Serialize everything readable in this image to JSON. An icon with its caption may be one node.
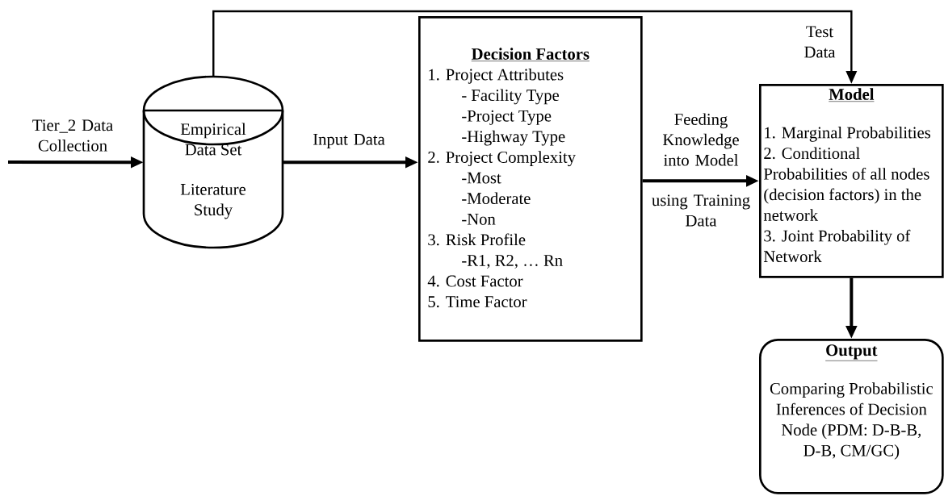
{
  "diagram": {
    "nodes": [
      {
        "text": [
          "Empirical Data Set",
          "Literature Study"
        ]
      },
      {
        "text": [
          "Decision Factors",
          "1. Project Attributes",
          "- Facility Type",
          "-Project Type",
          "-Highway Type",
          "2. Project Complexity",
          "-Most",
          "-Moderate",
          "-Non",
          "3.  Risk Profile",
          "-R1, R2, … Rn",
          "4. Cost Factor",
          "5. Time Factor"
        ]
      },
      {
        "text": [
          "Model",
          "1. Marginal Probabilities",
          "2. Conditional Probabilities of all nodes (decision factors) in the network",
          "3. Joint Probability of Network"
        ]
      },
      {
        "text": [
          "Output",
          "Comparing Probabilistic Inferences of Decision Node (PDM: D-B-B, D-B, CM/GC)"
        ]
      }
    ],
    "edges": [
      {
        "from": null,
        "to": 0,
        "arrow": "to",
        "label": "Tier_2 Data Collection"
      },
      {
        "from": 0,
        "to": 1,
        "arrow": "to",
        "label": "Input Data"
      },
      {
        "from": 0,
        "to": 2,
        "arrow": "to",
        "label": "Test Data"
      },
      {
        "from": 1,
        "to": 2,
        "arrow": "to",
        "label": "Feeding Knowledge into Model"
      },
      {
        "from": 2,
        "to": 3,
        "arrow": "to"
      }
    ],
    "labels": [
      "using Training Data"
    ]
  }
}
